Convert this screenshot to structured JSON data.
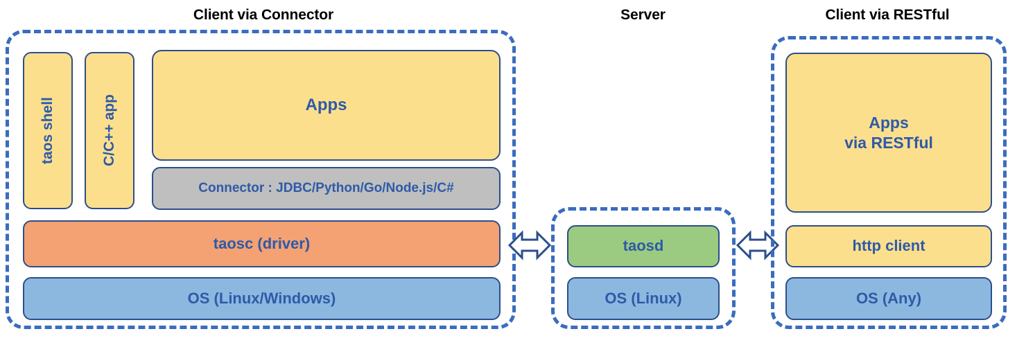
{
  "diagram": {
    "title_bar": {
      "client_connector": "Client via Connector",
      "server": "Server",
      "client_restful": "Client via RESTful"
    },
    "colors": {
      "dashed_border": "#3A6CC0",
      "box_border": "#2C4E8A",
      "text_blue": "#2E5AA8",
      "yellow": "#FCDF8D",
      "gray": "#BFBFBF",
      "orange": "#F4A173",
      "blue": "#8CB8E0",
      "green": "#9ACB80",
      "title_black": "#000000",
      "background": "#FFFFFF"
    },
    "groups": [
      {
        "id": "client-via-connector",
        "label": "Client via Connector",
        "boxes": [
          {
            "id": "taos-shell",
            "label": "taos shell",
            "fill": "yellow",
            "orientation": "vertical"
          },
          {
            "id": "c-cpp-app",
            "label": "C/C++ app",
            "fill": "yellow",
            "orientation": "vertical"
          },
          {
            "id": "apps",
            "label": "Apps",
            "fill": "yellow",
            "orientation": "horizontal"
          },
          {
            "id": "connector",
            "label": "Connector : JDBC/Python/Go/Node.js/C#",
            "fill": "gray",
            "orientation": "horizontal"
          },
          {
            "id": "taosc-driver",
            "label": "taosc (driver)",
            "fill": "orange",
            "orientation": "horizontal"
          },
          {
            "id": "os-client",
            "label": "OS (Linux/Windows)",
            "fill": "blue",
            "orientation": "horizontal"
          }
        ]
      },
      {
        "id": "server",
        "label": "Server",
        "boxes": [
          {
            "id": "taosd",
            "label": "taosd",
            "fill": "green",
            "orientation": "horizontal"
          },
          {
            "id": "os-server",
            "label": "OS (Linux)",
            "fill": "blue",
            "orientation": "horizontal"
          }
        ]
      },
      {
        "id": "client-via-restful",
        "label": "Client via RESTful",
        "boxes": [
          {
            "id": "apps-restful",
            "label_line1": "Apps",
            "label_line2": "via RESTful",
            "fill": "yellow",
            "orientation": "horizontal"
          },
          {
            "id": "http-client",
            "label": "http client",
            "fill": "yellow",
            "orientation": "horizontal"
          },
          {
            "id": "os-any",
            "label": "OS (Any)",
            "fill": "blue",
            "orientation": "horizontal"
          }
        ]
      }
    ],
    "connectors": [
      {
        "id": "arrow-client-server",
        "type": "double-headed-arrow",
        "from": "client-via-connector",
        "to": "server"
      },
      {
        "id": "arrow-server-restful",
        "type": "double-headed-arrow",
        "from": "server",
        "to": "client-via-restful"
      }
    ]
  }
}
